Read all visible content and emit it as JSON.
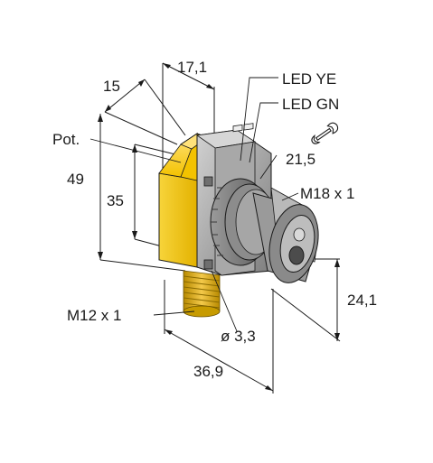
{
  "labels": {
    "led_ye": "LED YE",
    "led_gn": "LED GN",
    "pot": "Pot.",
    "wrench_size": "21,5",
    "thread_front": "M18 x 1",
    "thread_connector": "M12 x 1",
    "hole_diameter": "ø 3,3"
  },
  "dimensions": {
    "width_top": "17,1",
    "depth_top": "15",
    "height_total": "49",
    "height_body": "35",
    "lens_height": "24,1",
    "length_total": "36,9"
  },
  "colors": {
    "housing_yellow": "#f3c200",
    "housing_yellow_dark": "#c99a00",
    "connector_thread": "#d8a800",
    "grey_light": "#b8b8b8",
    "grey_mid": "#8f8f8f",
    "grey_dark": "#5e5e5e",
    "line": "#1a1a1a"
  },
  "icons": {
    "wrench": "wrench-icon"
  }
}
